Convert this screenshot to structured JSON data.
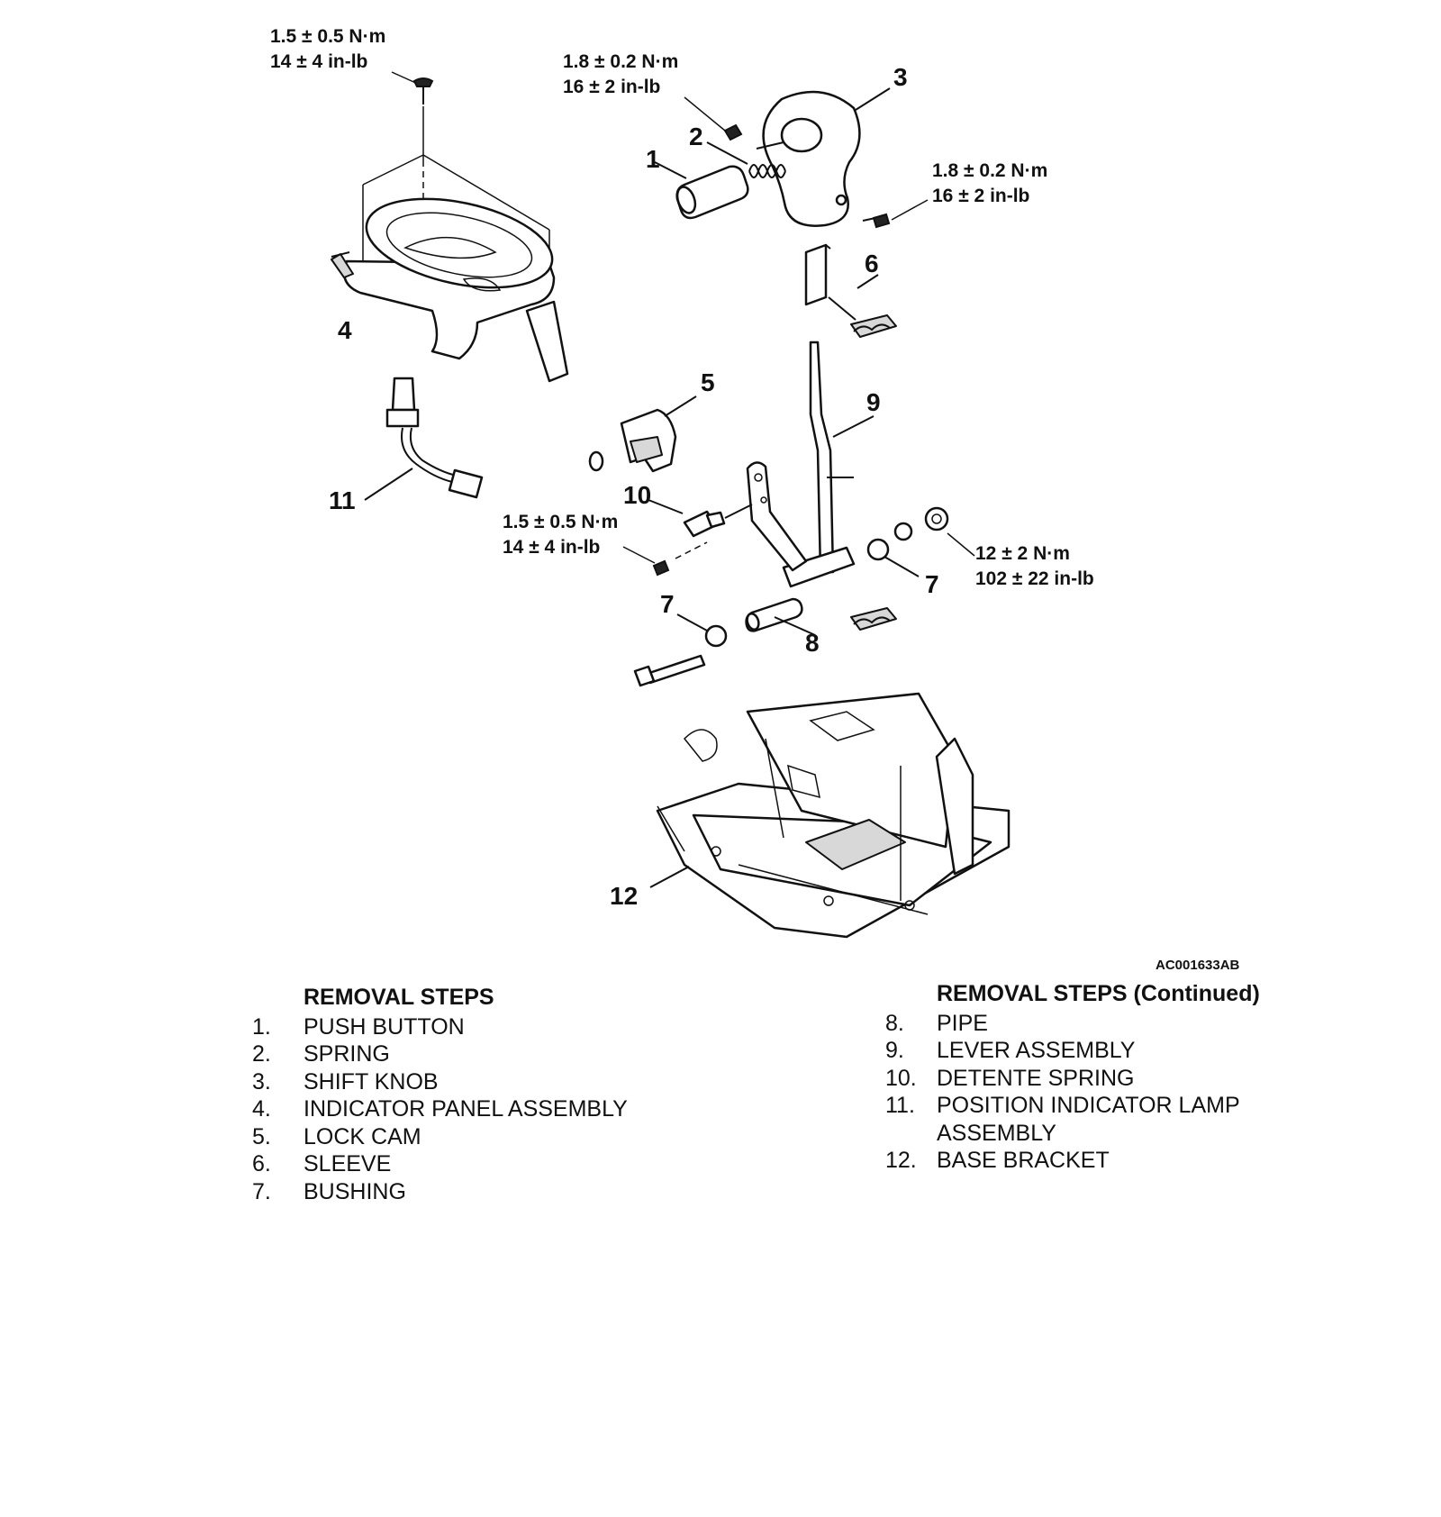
{
  "figure_code": "AC001633AB",
  "torque_specs": [
    {
      "nm": "1.5 ± 0.5 N·m",
      "inlb": "14 ± 4 in-lb"
    },
    {
      "nm": "1.8 ± 0.2 N·m",
      "inlb": "16 ± 2 in-lb"
    },
    {
      "nm": "1.8 ± 0.2 N·m",
      "inlb": "16 ± 2 in-lb"
    },
    {
      "nm": "1.5 ± 0.5 N·m",
      "inlb": "14 ± 4 in-lb"
    },
    {
      "nm": "12 ± 2 N·m",
      "inlb": "102 ± 22 in-lb"
    }
  ],
  "callouts": [
    "1",
    "2",
    "3",
    "4",
    "5",
    "6",
    "7",
    "7",
    "8",
    "9",
    "10",
    "11",
    "12"
  ],
  "steps_left": {
    "header": "REMOVAL STEPS",
    "items": [
      {
        "num": "1.",
        "label": "PUSH BUTTON"
      },
      {
        "num": "2.",
        "label": "SPRING"
      },
      {
        "num": "3.",
        "label": "SHIFT KNOB"
      },
      {
        "num": "4.",
        "label": "INDICATOR PANEL ASSEMBLY"
      },
      {
        "num": "5.",
        "label": "LOCK CAM"
      },
      {
        "num": "6.",
        "label": "SLEEVE"
      },
      {
        "num": "7.",
        "label": "BUSHING"
      }
    ]
  },
  "steps_right": {
    "header": "REMOVAL STEPS (Continued)",
    "items": [
      {
        "num": "8.",
        "label": "PIPE"
      },
      {
        "num": "9.",
        "label": "LEVER ASSEMBLY"
      },
      {
        "num": "10.",
        "label": "DETENTE SPRING"
      },
      {
        "num": "11.",
        "label": "POSITION INDICATOR LAMP"
      },
      {
        "num": "",
        "label": "ASSEMBLY"
      },
      {
        "num": "12.",
        "label": "BASE BRACKET"
      }
    ]
  }
}
